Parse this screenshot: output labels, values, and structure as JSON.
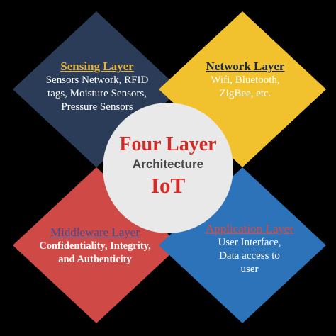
{
  "quadrants": {
    "sensing": {
      "title": "Sensing Layer",
      "lines": [
        "Sensors Network, RFID",
        "tags, Moisture Sensors,",
        "Pressure Sensors"
      ],
      "color": "#2b3c59"
    },
    "network": {
      "title": "Network Layer",
      "lines": [
        "Wifi, Bluetooth,",
        "ZigBee, etc."
      ],
      "color": "#f2c12e"
    },
    "middleware": {
      "title": "Middleware Layer",
      "lines": [
        "Confidentiality, Integrity,",
        "and Authenticity"
      ],
      "color": "#cf4a47"
    },
    "application": {
      "title": "Application Layer",
      "lines": [
        "User Interface,",
        "Data access to",
        "user"
      ],
      "color": "#2d73b9"
    }
  },
  "center": {
    "title": "Four Layer",
    "subtitle": "Architecture",
    "tag": "IoT",
    "color": "#e9e9e9"
  }
}
